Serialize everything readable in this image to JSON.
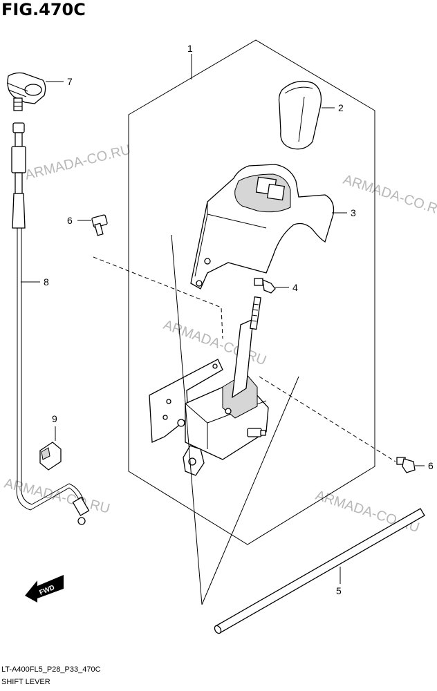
{
  "figure": {
    "title": "FIG.470C",
    "model_code": "LT-A400FL5_P28_P33_470C",
    "caption": "SHIFT LEVER"
  },
  "watermark": "ARMADA-CO.RU",
  "fwd_label": "FWD",
  "callouts": {
    "c1": "1",
    "c2": "2",
    "c3": "3",
    "c4": "4",
    "c5": "5",
    "c6a": "6",
    "c6b": "6",
    "c7": "7",
    "c8": "8",
    "c9": "9"
  },
  "icons": {
    "fwd_arrow": "fwd-arrow-icon"
  }
}
